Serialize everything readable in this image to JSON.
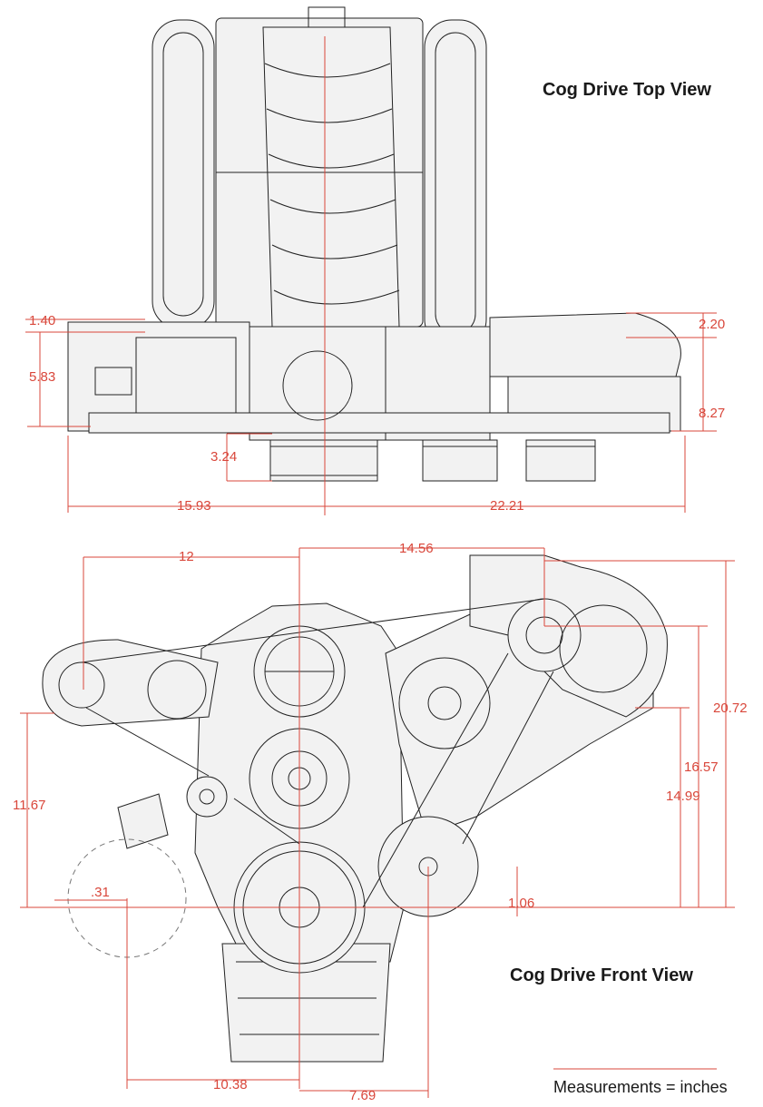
{
  "titles": {
    "top_view": "Cog Drive Top View",
    "front_view": "Cog Drive Front View"
  },
  "units_note": "Measurements = inches",
  "colors": {
    "dimension": "#d9473b",
    "drawing": "#222222",
    "background": "#ffffff"
  },
  "top_view": {
    "dims": {
      "d1": "1.40",
      "d2": "5.83",
      "d3": "3.24",
      "d4": "15.93",
      "d5": "22.21",
      "d6": "2.20",
      "d7": "8.27"
    }
  },
  "front_view": {
    "dims": {
      "d1": "12",
      "d2": "14.56",
      "d3": "20.72",
      "d4": "16.57",
      "d5": "14.99",
      "d6": "11.67",
      "d7": ".31",
      "d8": "1.06",
      "d9": "10.38",
      "d10": "7.69"
    }
  }
}
